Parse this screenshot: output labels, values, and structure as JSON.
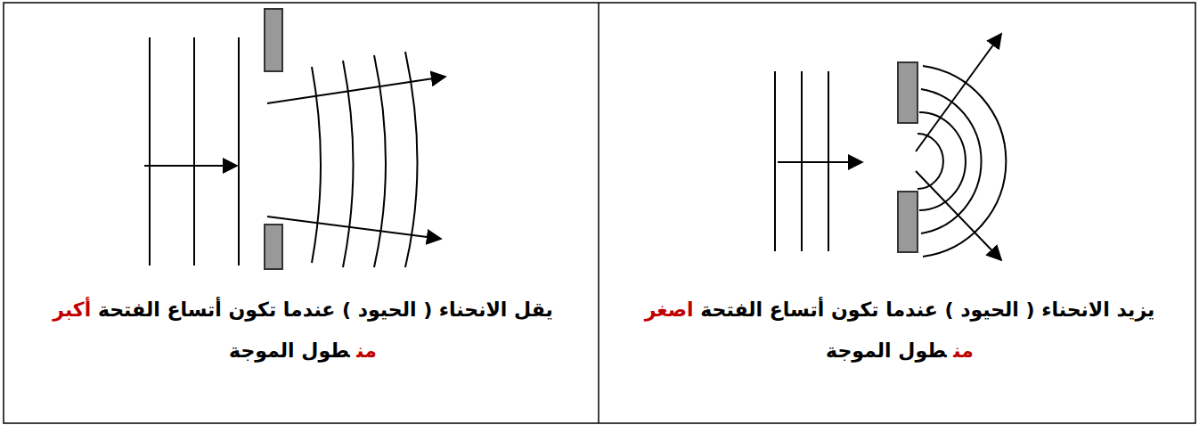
{
  "diagram": {
    "nodes": [
      {
        "text": [
          "يزيد الانحناء ( الحيود ) عندما تكون أتساع الفتحة",
          "اصغر من",
          "طول الموجة"
        ]
      },
      {
        "text": [
          "يقل الانحناء ( الحيود ) عندما تكون أتساع الفتحة",
          "أكبر من",
          "طول الموجة"
        ]
      }
    ]
  }
}
